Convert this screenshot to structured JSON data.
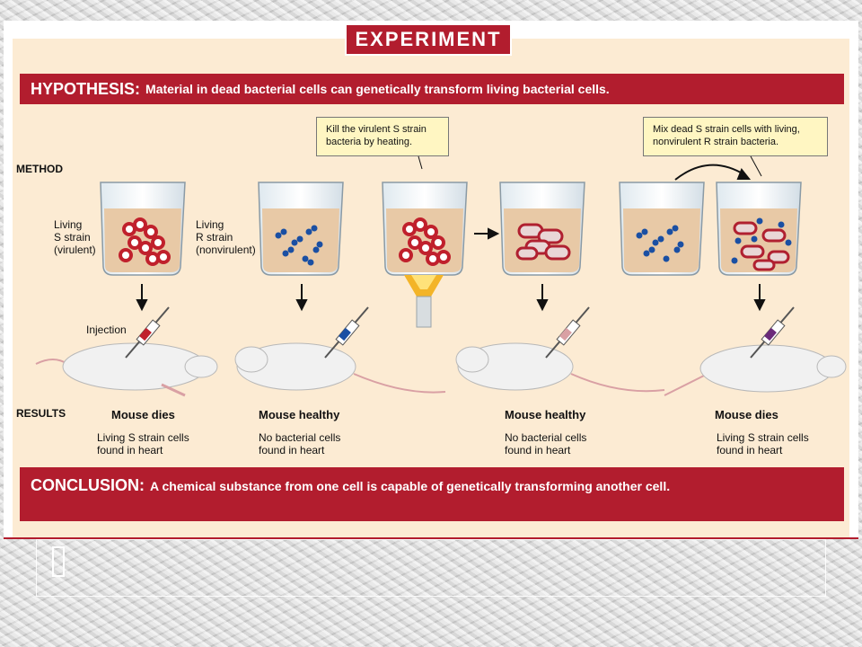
{
  "header": {
    "experiment_label": "EXPERIMENT"
  },
  "hypothesis": {
    "label": "HYPOTHESIS:",
    "text": "Material in dead bacterial cells can genetically transform living bacterial cells."
  },
  "section_labels": {
    "method": "METHOD",
    "results": "RESULTS"
  },
  "callouts": {
    "kill": "Kill the virulent S strain bacteria by heating.",
    "mix": "Mix dead S strain cells with living, nonvirulent R strain bacteria."
  },
  "beaker_labels": {
    "s_strain": [
      "Living",
      "S strain",
      "(virulent)"
    ],
    "r_strain": [
      "Living",
      "R strain",
      "(nonvirulent)"
    ]
  },
  "injection_label": "Injection",
  "results": [
    {
      "title": "Mouse dies",
      "detail": [
        "Living S strain cells",
        "found in heart"
      ]
    },
    {
      "title": "Mouse healthy",
      "detail": [
        "No bacterial cells",
        "found in heart"
      ]
    },
    {
      "title": "Mouse healthy",
      "detail": [
        "No bacterial cells",
        "found in heart"
      ]
    },
    {
      "title": "Mouse dies",
      "detail": [
        "Living S strain cells",
        "found in heart"
      ]
    }
  ],
  "conclusion": {
    "label": "CONCLUSION:",
    "text": "A chemical substance from one cell is capable of genetically transforming another cell."
  },
  "colors": {
    "brand_red": "#b21d2e",
    "panel_bg": "#fcebd3",
    "callout_bg": "#fff6c2",
    "s_strain": "#c0202c",
    "r_strain": "#1a4fa3",
    "liquid": "#e8c9a6"
  }
}
